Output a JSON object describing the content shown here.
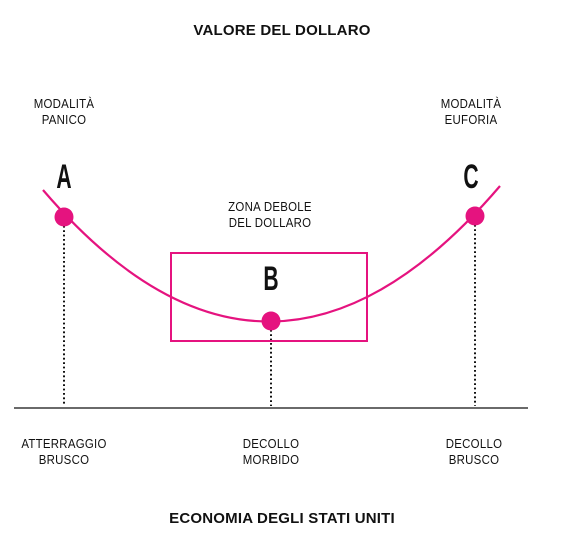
{
  "title_top": "VALORE DEL DOLLARO",
  "title_bottom": "ECONOMIA DEGLI STATI UNITI",
  "modes": {
    "left": "MODALITÀ\nPANICO",
    "right": "MODALITÀ\nEUFORIA"
  },
  "zone_label": "ZONA DEBOLE\nDEL DOLLARO",
  "points": [
    {
      "letter": "A",
      "x_label": "ATTERRAGGIO\nBRUSCO"
    },
    {
      "letter": "B",
      "x_label": "DECOLLO\nMORBIDO"
    },
    {
      "letter": "C",
      "x_label": "DECOLLO\nBRUSCO"
    }
  ],
  "colors": {
    "accent": "#e5137f",
    "axis": "#111111"
  }
}
